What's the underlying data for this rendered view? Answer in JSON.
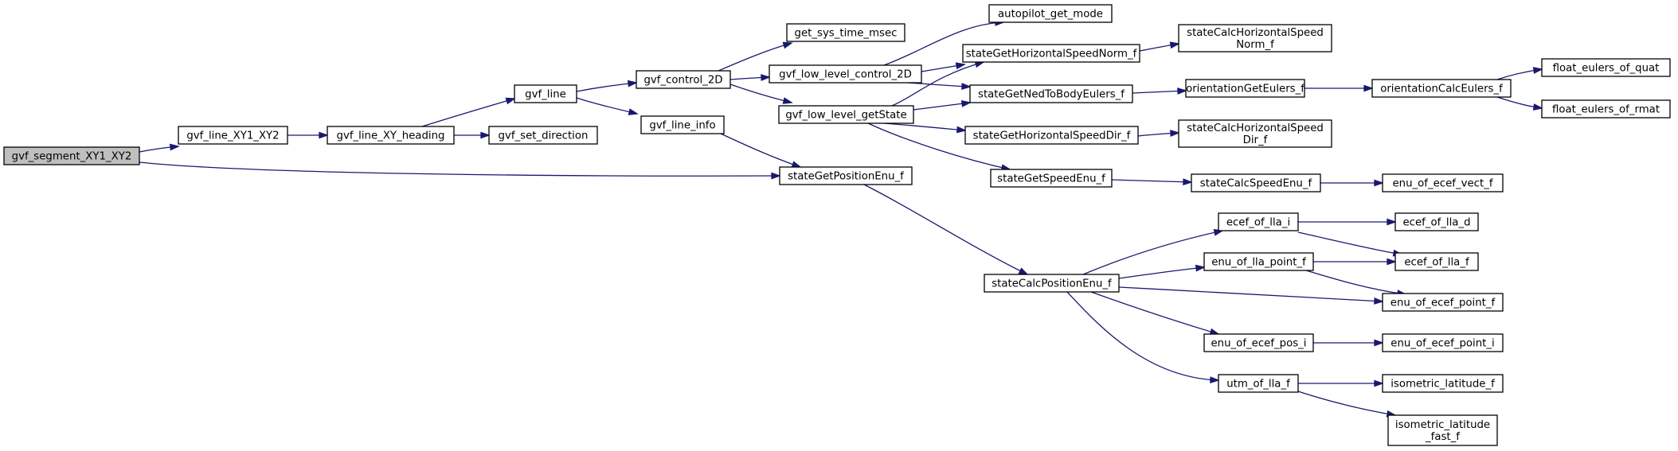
{
  "diagram": {
    "type": "call-graph",
    "colors": {
      "edge": "#191970",
      "node_fill": "#ffffff",
      "root_fill": "#bfbfbf",
      "node_border": "#000000"
    },
    "nodes": [
      {
        "id": "n0",
        "lines": [
          "gvf_segment_XY1_XY2"
        ],
        "root": true
      },
      {
        "id": "n1",
        "lines": [
          "gvf_line_XY1_XY2"
        ]
      },
      {
        "id": "n2",
        "lines": [
          "gvf_line_XY_heading"
        ]
      },
      {
        "id": "n3",
        "lines": [
          "gvf_line"
        ]
      },
      {
        "id": "n4",
        "lines": [
          "gvf_set_direction"
        ]
      },
      {
        "id": "n5",
        "lines": [
          "gvf_control_2D"
        ]
      },
      {
        "id": "n6",
        "lines": [
          "gvf_line_info"
        ]
      },
      {
        "id": "n7",
        "lines": [
          "get_sys_time_msec"
        ]
      },
      {
        "id": "n8",
        "lines": [
          "gvf_low_level_control_2D"
        ]
      },
      {
        "id": "n9",
        "lines": [
          "gvf_low_level_getState"
        ]
      },
      {
        "id": "n10",
        "lines": [
          "autopilot_get_mode"
        ]
      },
      {
        "id": "n11",
        "lines": [
          "stateGetHorizontalSpeedNorm_f"
        ]
      },
      {
        "id": "n12",
        "lines": [
          "stateCalcHorizontalSpeed",
          "Norm_f"
        ]
      },
      {
        "id": "n13",
        "lines": [
          "stateGetNedToBodyEulers_f"
        ]
      },
      {
        "id": "n14",
        "lines": [
          "orientationGetEulers_f"
        ]
      },
      {
        "id": "n15",
        "lines": [
          "orientationCalcEulers_f"
        ]
      },
      {
        "id": "n16",
        "lines": [
          "float_eulers_of_quat"
        ]
      },
      {
        "id": "n17",
        "lines": [
          "float_eulers_of_rmat"
        ]
      },
      {
        "id": "n18",
        "lines": [
          "stateGetHorizontalSpeedDir_f"
        ]
      },
      {
        "id": "n19",
        "lines": [
          "stateCalcHorizontalSpeed",
          "Dir_f"
        ]
      },
      {
        "id": "n20",
        "lines": [
          "stateGetSpeedEnu_f"
        ]
      },
      {
        "id": "n21",
        "lines": [
          "stateCalcSpeedEnu_f"
        ]
      },
      {
        "id": "n22",
        "lines": [
          "enu_of_ecef_vect_f"
        ]
      },
      {
        "id": "n23",
        "lines": [
          "stateGetPositionEnu_f"
        ]
      },
      {
        "id": "n24",
        "lines": [
          "stateCalcPositionEnu_f"
        ]
      },
      {
        "id": "n25",
        "lines": [
          "ecef_of_lla_i"
        ]
      },
      {
        "id": "n26",
        "lines": [
          "ecef_of_lla_d"
        ]
      },
      {
        "id": "n27",
        "lines": [
          "ecef_of_lla_f"
        ]
      },
      {
        "id": "n28",
        "lines": [
          "enu_of_lla_point_f"
        ]
      },
      {
        "id": "n29",
        "lines": [
          "enu_of_ecef_point_f"
        ]
      },
      {
        "id": "n30",
        "lines": [
          "enu_of_ecef_pos_i"
        ]
      },
      {
        "id": "n31",
        "lines": [
          "enu_of_ecef_point_i"
        ]
      },
      {
        "id": "n32",
        "lines": [
          "utm_of_lla_f"
        ]
      },
      {
        "id": "n33",
        "lines": [
          "isometric_latitude_f"
        ]
      },
      {
        "id": "n34",
        "lines": [
          "isometric_latitude",
          "_fast_f"
        ]
      }
    ],
    "edges": [
      {
        "from": "n0",
        "to": "n1"
      },
      {
        "from": "n0",
        "to": "n23"
      },
      {
        "from": "n1",
        "to": "n2"
      },
      {
        "from": "n2",
        "to": "n3"
      },
      {
        "from": "n2",
        "to": "n4"
      },
      {
        "from": "n3",
        "to": "n5"
      },
      {
        "from": "n3",
        "to": "n6"
      },
      {
        "from": "n5",
        "to": "n7"
      },
      {
        "from": "n5",
        "to": "n8"
      },
      {
        "from": "n5",
        "to": "n9"
      },
      {
        "from": "n6",
        "to": "n23"
      },
      {
        "from": "n8",
        "to": "n10"
      },
      {
        "from": "n8",
        "to": "n11"
      },
      {
        "from": "n8",
        "to": "n13"
      },
      {
        "from": "n9",
        "to": "n11"
      },
      {
        "from": "n9",
        "to": "n13"
      },
      {
        "from": "n9",
        "to": "n18"
      },
      {
        "from": "n9",
        "to": "n20"
      },
      {
        "from": "n11",
        "to": "n12"
      },
      {
        "from": "n13",
        "to": "n14"
      },
      {
        "from": "n14",
        "to": "n15"
      },
      {
        "from": "n15",
        "to": "n16"
      },
      {
        "from": "n15",
        "to": "n17"
      },
      {
        "from": "n18",
        "to": "n19"
      },
      {
        "from": "n20",
        "to": "n21"
      },
      {
        "from": "n21",
        "to": "n22"
      },
      {
        "from": "n23",
        "to": "n24"
      },
      {
        "from": "n24",
        "to": "n25"
      },
      {
        "from": "n24",
        "to": "n28"
      },
      {
        "from": "n24",
        "to": "n29"
      },
      {
        "from": "n24",
        "to": "n30"
      },
      {
        "from": "n24",
        "to": "n32"
      },
      {
        "from": "n25",
        "to": "n26"
      },
      {
        "from": "n25",
        "to": "n27"
      },
      {
        "from": "n28",
        "to": "n27"
      },
      {
        "from": "n28",
        "to": "n29"
      },
      {
        "from": "n30",
        "to": "n31"
      },
      {
        "from": "n32",
        "to": "n33"
      },
      {
        "from": "n32",
        "to": "n34"
      }
    ]
  }
}
